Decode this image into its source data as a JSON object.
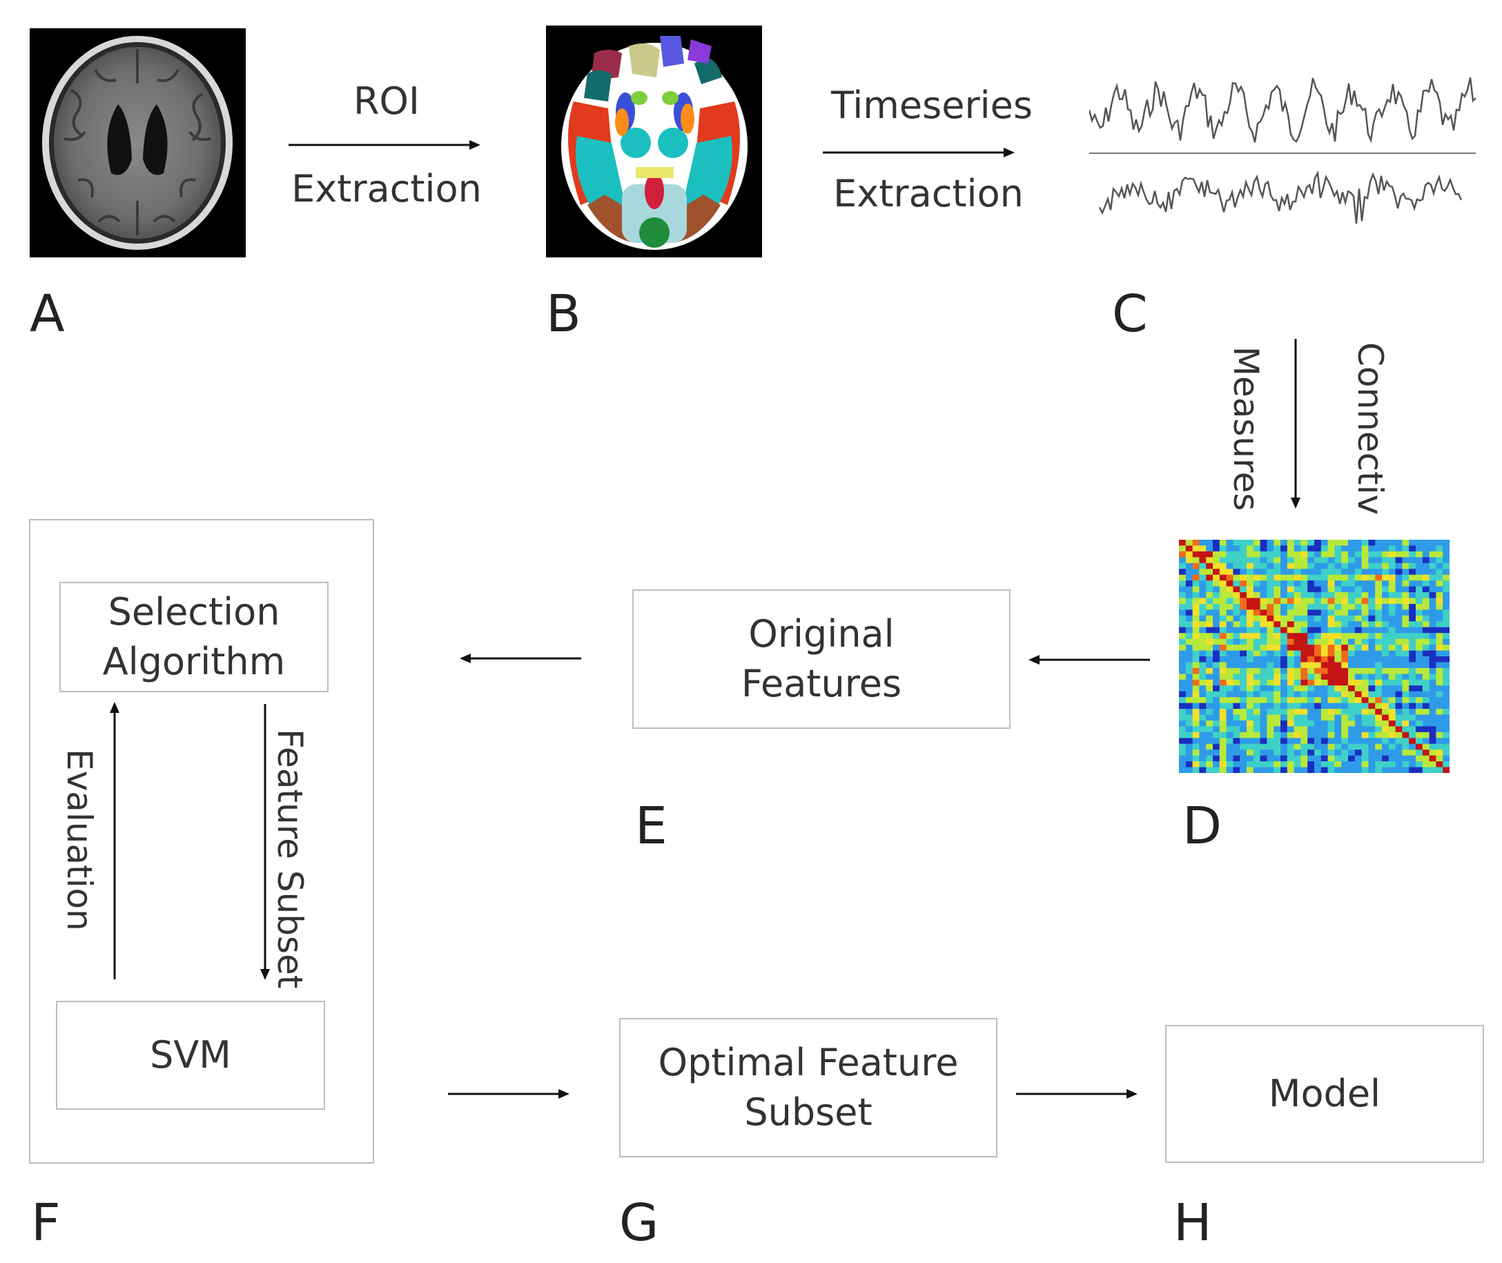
{
  "panels": {
    "a": "A",
    "b": "B",
    "c": "C",
    "d": "D",
    "e": "E",
    "f": "F",
    "g": "G",
    "h": "H"
  },
  "arrows": {
    "roi_top": "ROI",
    "roi_bottom": "Extraction",
    "ts_top": "Timeseries",
    "ts_bottom": "Extraction",
    "conn_left": "Measures",
    "conn_right": "Connectiv",
    "evaluation": "Evaluation",
    "feature_subset": "Feature Subset"
  },
  "boxes": {
    "selection_line1": "Selection",
    "selection_line2": "Algorithm",
    "svm": "SVM",
    "original_line1": "Original",
    "original_line2": "Features",
    "optimal_line1": "Optimal Feature",
    "optimal_line2": "Subset",
    "model": "Model"
  },
  "colors": {
    "arrow": "#111111",
    "box_border": "#bdbdbd"
  }
}
